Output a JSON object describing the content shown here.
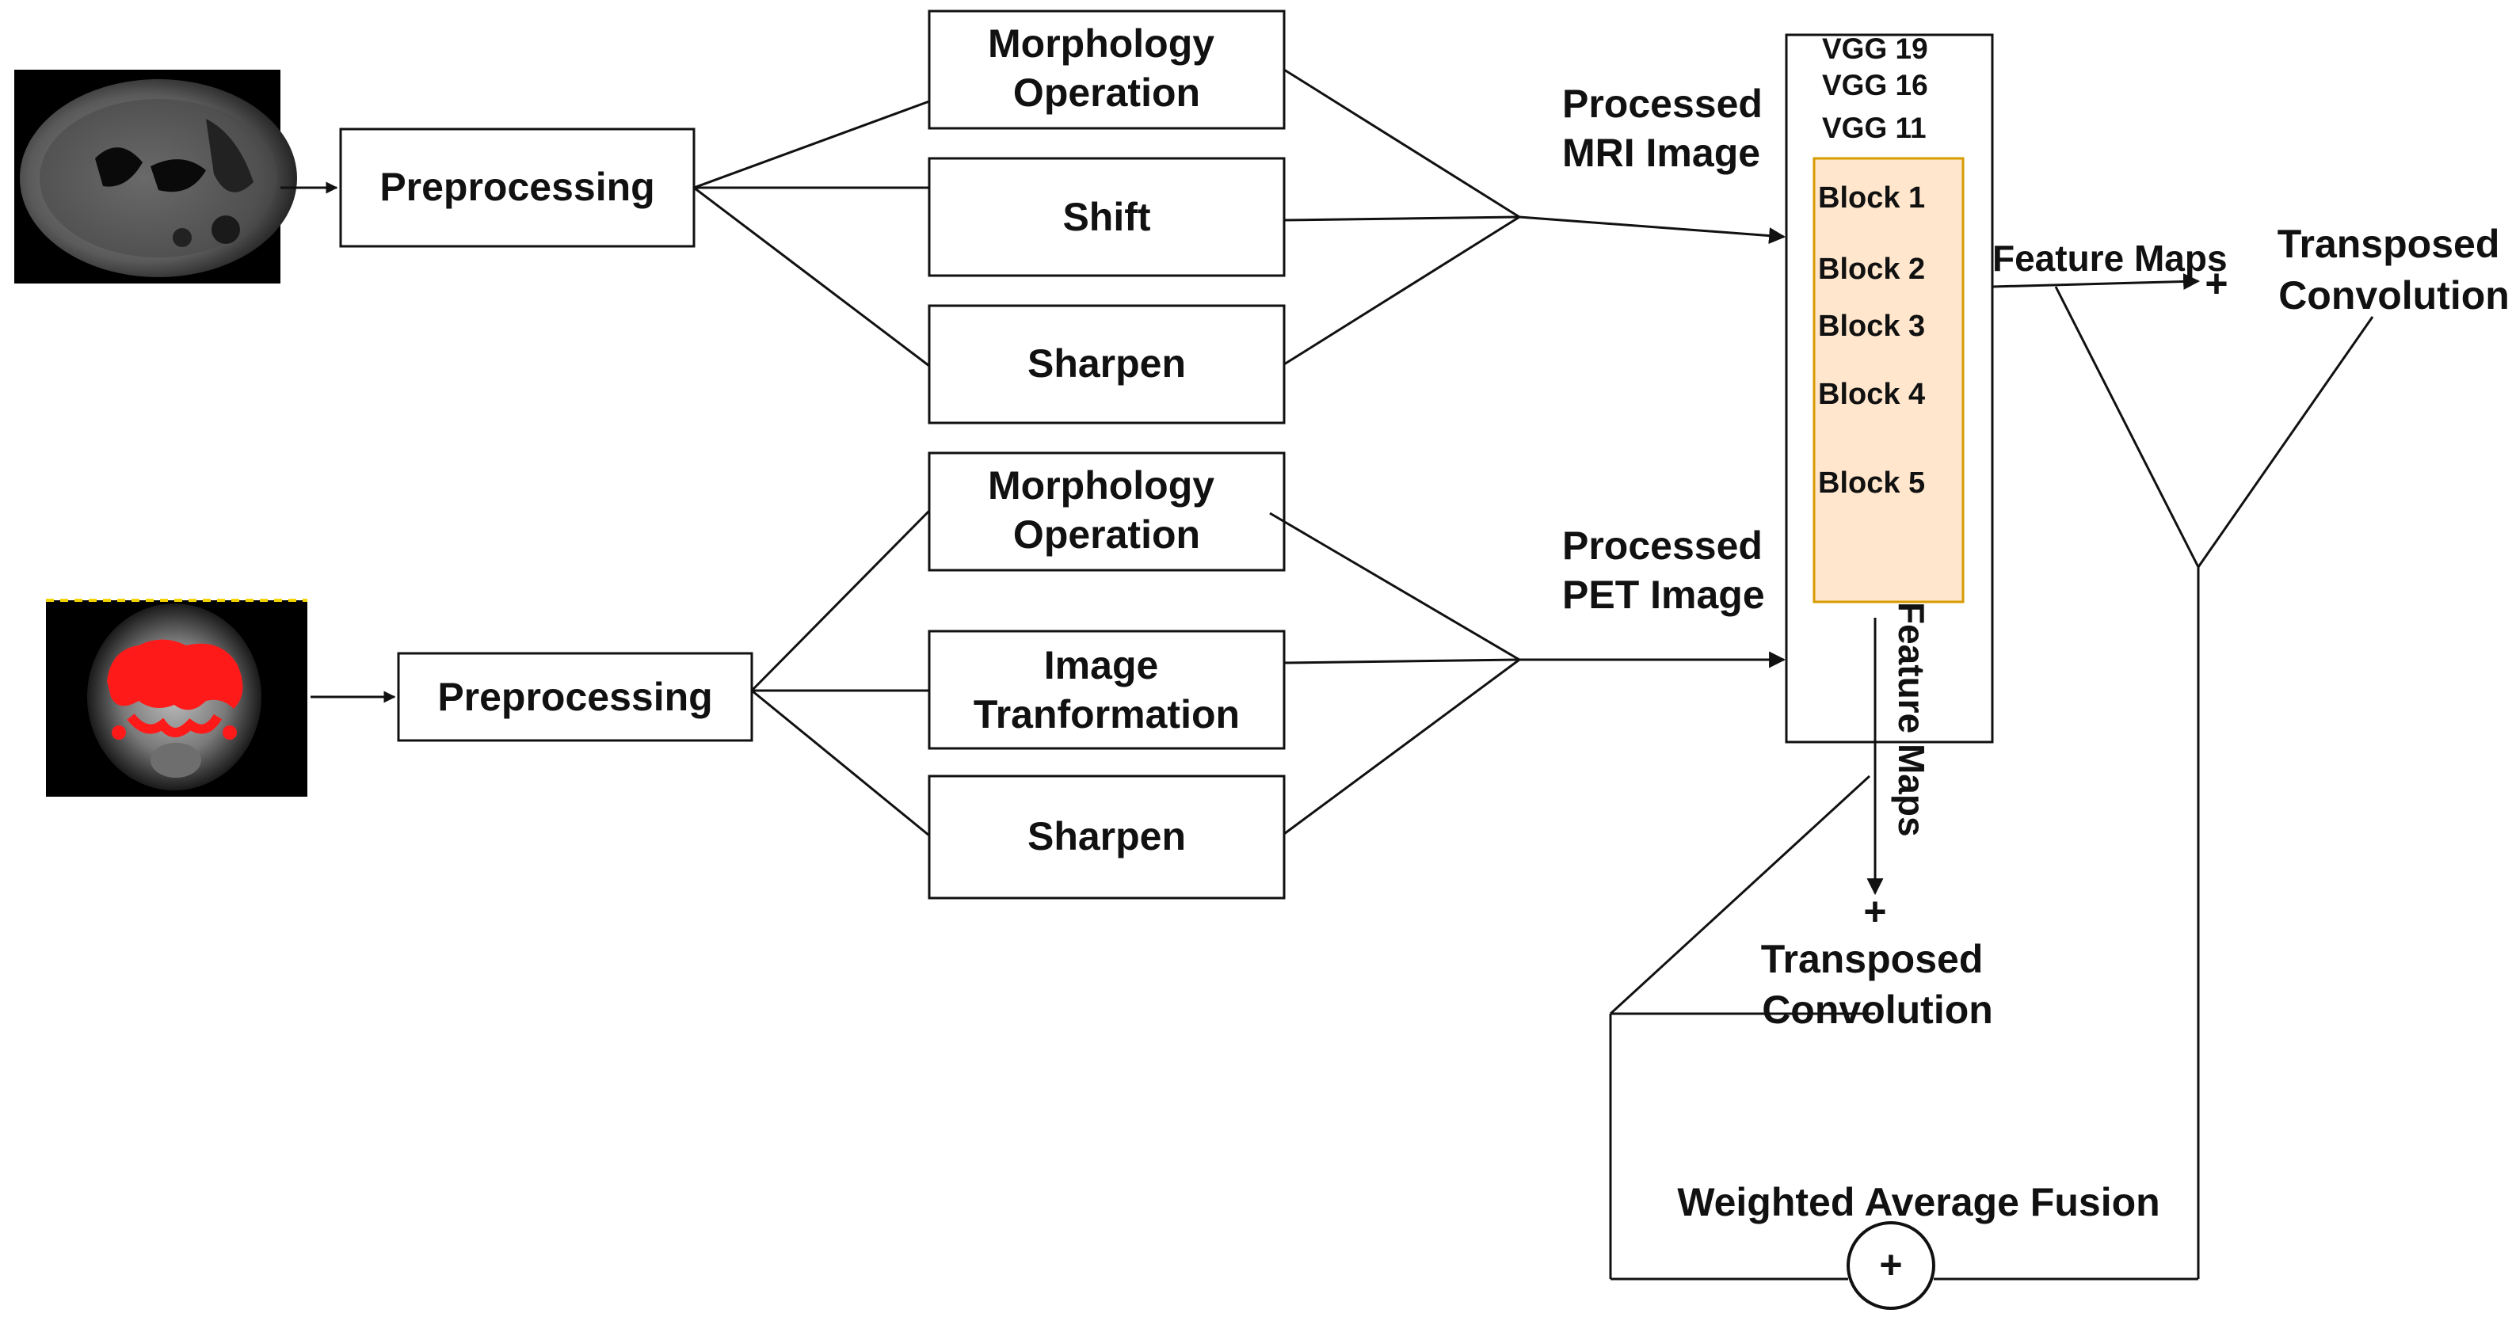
{
  "mri_branch": {
    "preprocessing_label": "Preprocessing",
    "ops": [
      [
        "Morphology",
        "Operation"
      ],
      [
        "Shift"
      ],
      [
        "Sharpen"
      ]
    ],
    "output_label": [
      "Processed",
      "MRI Image"
    ]
  },
  "pet_branch": {
    "preprocessing_label": "Preprocessing",
    "ops": [
      [
        "Morphology",
        "Operation"
      ],
      [
        "Image",
        "Tranformation"
      ],
      [
        "Sharpen"
      ]
    ],
    "output_label": [
      "Processed",
      "PET Image"
    ]
  },
  "vgg": {
    "models": [
      "VGG 19",
      "VGG 16",
      "VGG 11"
    ],
    "blocks": [
      "Block 1",
      "Block 2",
      "Block 3",
      "Block 4",
      "Block 5"
    ],
    "block_fill": "#ffe6cc",
    "block_stroke": "#d79b00"
  },
  "feature_maps_right": "Feature Maps",
  "feature_maps_down": "Feature Maps",
  "transposed_conv_right": [
    "Transposed",
    "Convolution"
  ],
  "transposed_conv_bottom": [
    "Transposed",
    "Convolution"
  ],
  "fusion_label": "Weighted Average Fusion",
  "plus_symbol": "+",
  "colors": {
    "pet_overlay": "#ff1a1a",
    "pet_dash": "#f5d300"
  }
}
